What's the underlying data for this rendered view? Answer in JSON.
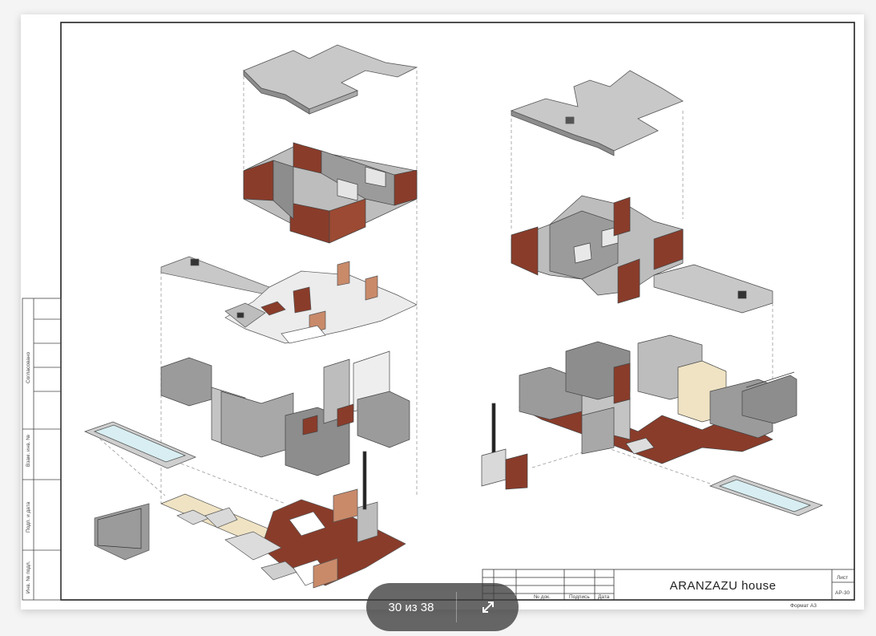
{
  "sheet": {
    "title": "ARANZAZU house",
    "sheet_label": "Лист",
    "sheet_number": "АР-30",
    "doc_label": "№ док.",
    "signature_label": "Подпись",
    "date_label": "Дата",
    "format_label": "Формат А3",
    "side_labels": [
      "Согласовано",
      "Взам. инв. №",
      "Подп. и дата",
      "Инв. № подл."
    ]
  },
  "viewer": {
    "counter_text": "30 из 38",
    "expand_icon": "expand-icon"
  },
  "colors": {
    "wood": "#8a3c2a",
    "wall": "#8d8d8d",
    "slab": "#c8c8c8",
    "floor_light": "#efe3c4",
    "pool_water": "#d8eef2"
  }
}
